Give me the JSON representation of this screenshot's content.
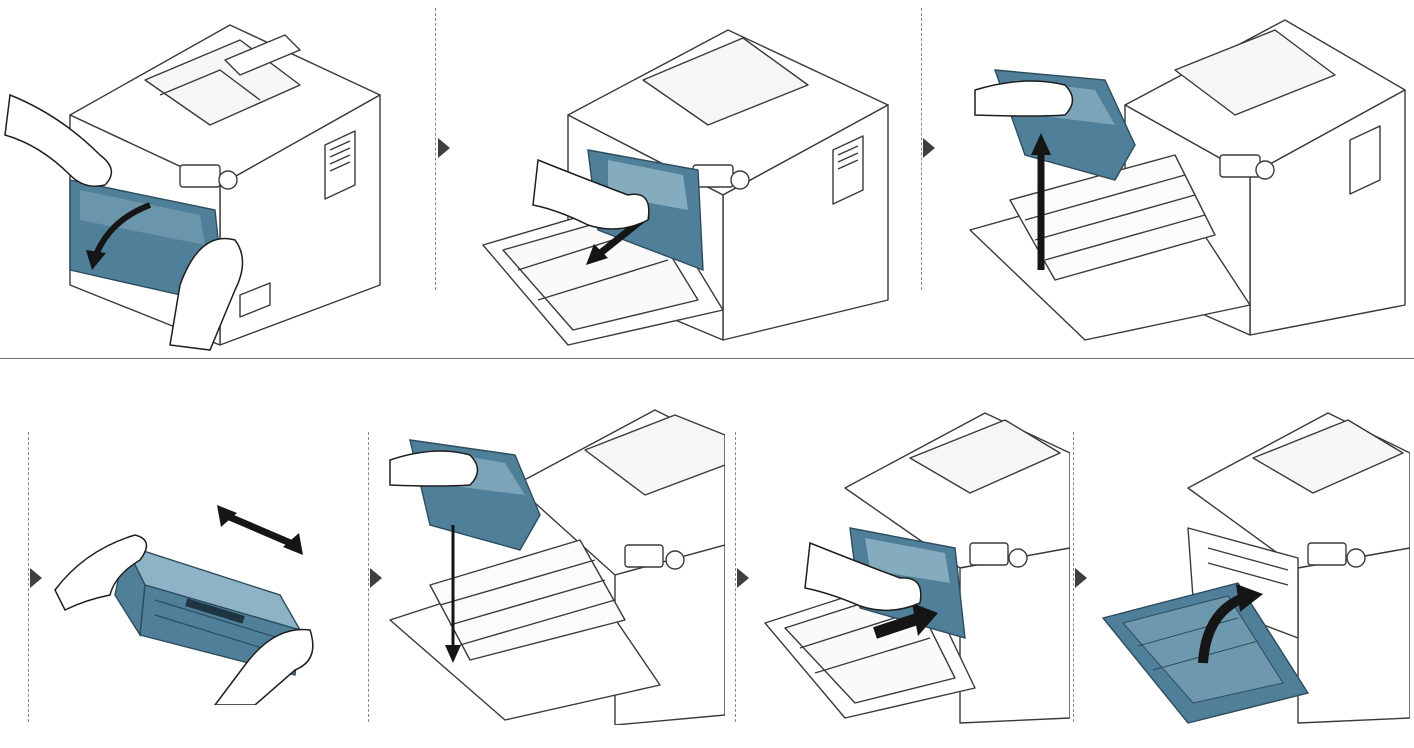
{
  "diagram": {
    "kind": "toner cartridge replacement instructions",
    "rows": [
      {
        "steps": [
          {
            "action": "open-front-cover",
            "arrow": "curved-down",
            "icon": "printer-cover-open-icon"
          },
          {
            "action": "pull-out-cartridge-tray",
            "arrow": "straight-out",
            "icon": "pull-tray-icon"
          },
          {
            "action": "lift-out-old-cartridge",
            "arrow": "straight-up",
            "icon": "lift-cartridge-icon"
          }
        ]
      },
      {
        "steps": [
          {
            "action": "shake-new-cartridge",
            "arrow": "double-headed",
            "icon": "shake-cartridge-icon"
          },
          {
            "action": "insert-new-cartridge",
            "arrow": "straight-down",
            "icon": "insert-cartridge-icon"
          },
          {
            "action": "push-in-cartridge-tray",
            "arrow": "straight-in",
            "icon": "push-tray-icon"
          },
          {
            "action": "close-front-cover",
            "arrow": "curved-up",
            "icon": "printer-cover-close-icon"
          }
        ]
      }
    ],
    "step_indicator": "chevron-right-icon",
    "colors": {
      "highlight": "#4f7f99",
      "highlight_light": "#b9d2e0",
      "line": "#3a3a3a",
      "printer_fill": "#ffffff",
      "arrow": "#151515",
      "separator": "#8a8a8a"
    }
  }
}
